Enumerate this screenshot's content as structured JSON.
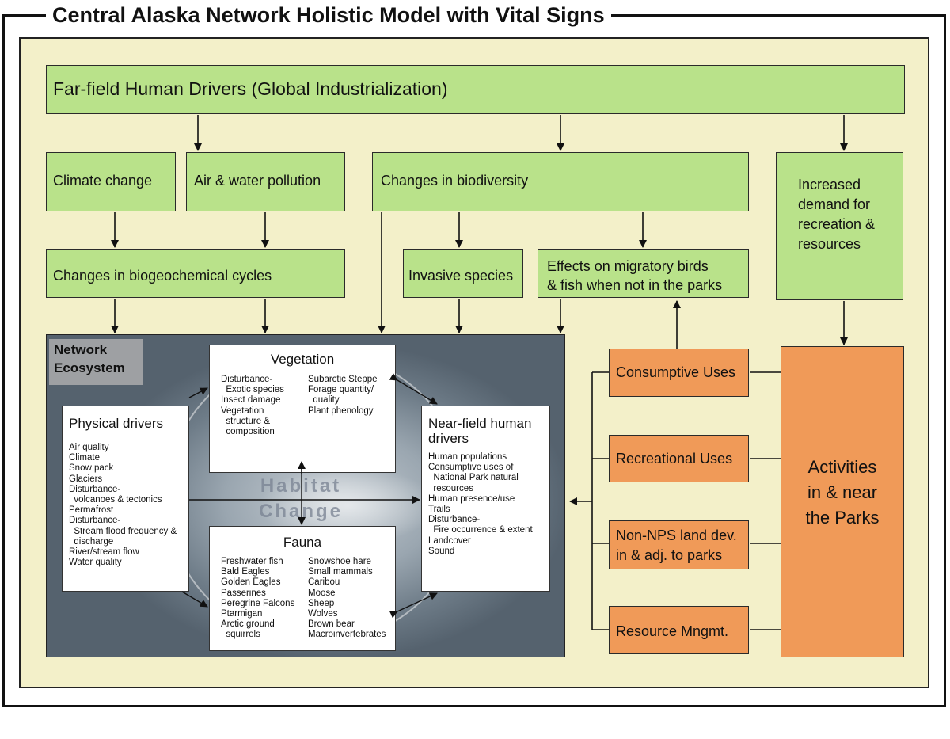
{
  "title": "Central Alaska Network Holistic Model with Vital Signs",
  "colors": {
    "green_box": "#b9e28a",
    "orange_box": "#f09a58",
    "panel": "#f3f0c9"
  },
  "far_field": "Far-field Human Drivers  (Global Industrialization)",
  "climate_change": "Climate change",
  "air_water": "Air & water pollution",
  "biodiversity": "Changes in biodiversity",
  "increased_demand": [
    "Increased",
    "demand for",
    "recreation &",
    "resources"
  ],
  "biogeochemical": "Changes in biogeochemical cycles",
  "invasive": "Invasive species",
  "migratory": [
    "Effects on migratory birds",
    "& fish when not in the parks"
  ],
  "ecosystem_label": [
    "Network",
    "Ecosystem"
  ],
  "habitat_change": [
    "Habitat",
    "Change"
  ],
  "vegetation": {
    "title": "Vegetation",
    "col1": [
      "Disturbance-",
      "  Exotic species",
      "Insect damage",
      "Vegetation",
      "  structure &",
      "  composition"
    ],
    "col2": [
      "Subarctic Steppe",
      "Forage quantity/",
      "  quality",
      "Plant phenology"
    ]
  },
  "physical": {
    "title": "Physical drivers",
    "items": [
      "Air quality",
      "Climate",
      "Snow pack",
      "Glaciers",
      "Disturbance-",
      "  volcanoes & tectonics",
      "Permafrost",
      "Disturbance-",
      "  Stream flood frequency &",
      "  discharge",
      "River/stream flow",
      "Water quality"
    ]
  },
  "near_field": {
    "title": [
      "Near-field human",
      "drivers"
    ],
    "items": [
      "Human populations",
      "Consumptive uses of",
      "  National Park natural",
      "  resources",
      "Human presence/use",
      "Trails",
      "Disturbance-",
      "  Fire occurrence & extent",
      "Landcover",
      "Sound"
    ]
  },
  "fauna": {
    "title": "Fauna",
    "col1": [
      "Freshwater fish",
      "Bald Eagles",
      "Golden Eagles",
      "Passerines",
      "Peregrine Falcons",
      "Ptarmigan",
      "Arctic ground",
      "  squirrels"
    ],
    "col2": [
      "Snowshoe hare",
      "Small mammals",
      "Caribou",
      "Moose",
      "Sheep",
      "Wolves",
      "Brown bear",
      "Macroinvertebrates"
    ]
  },
  "uses": {
    "consumptive": "Consumptive Uses",
    "recreational": "Recreational Uses",
    "non_nps": [
      "Non-NPS land dev.",
      "in & adj. to parks"
    ],
    "resource": "Resource Mngmt."
  },
  "activities": [
    "Activities",
    "in & near",
    "the Parks"
  ]
}
